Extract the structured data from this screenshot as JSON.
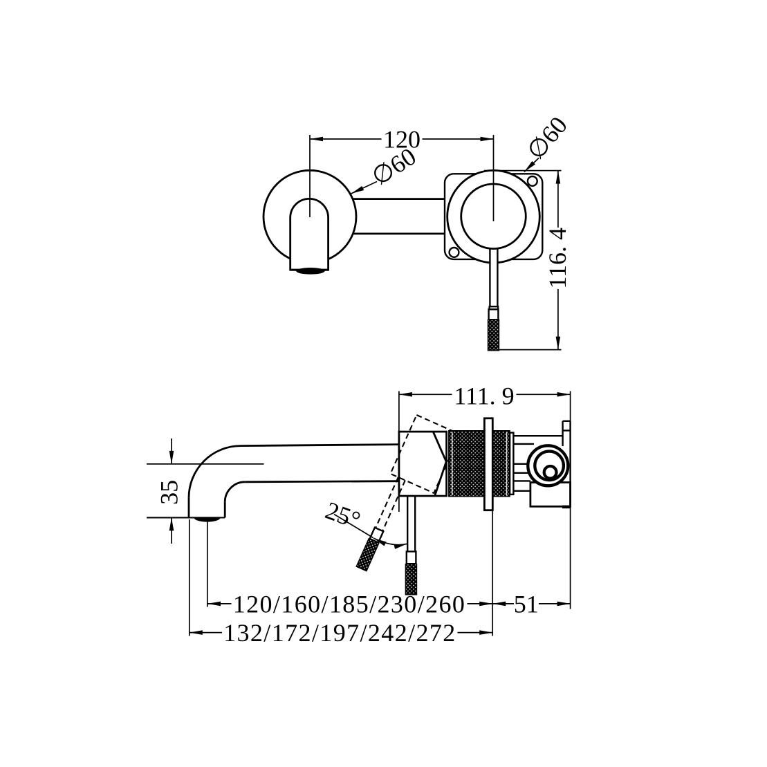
{
  "drawing_type": "technical-dimension-drawing",
  "colors": {
    "line": "#000000",
    "background": "#ffffff"
  },
  "top_view": {
    "dim_center_distance": "120",
    "dim_left_plate_diameter": "∅60",
    "dim_right_plate_diameter": "∅60",
    "dim_handle_drop": "116. 4"
  },
  "side_view": {
    "dim_total_depth": "111. 9",
    "dim_spout_drop": "35",
    "dim_handle_angle": "25°",
    "dim_spout_reach_options": "120/160/185/230/260",
    "dim_overall_reach_options": "132/172/197/242/272",
    "dim_in_wall_depth": "51"
  }
}
